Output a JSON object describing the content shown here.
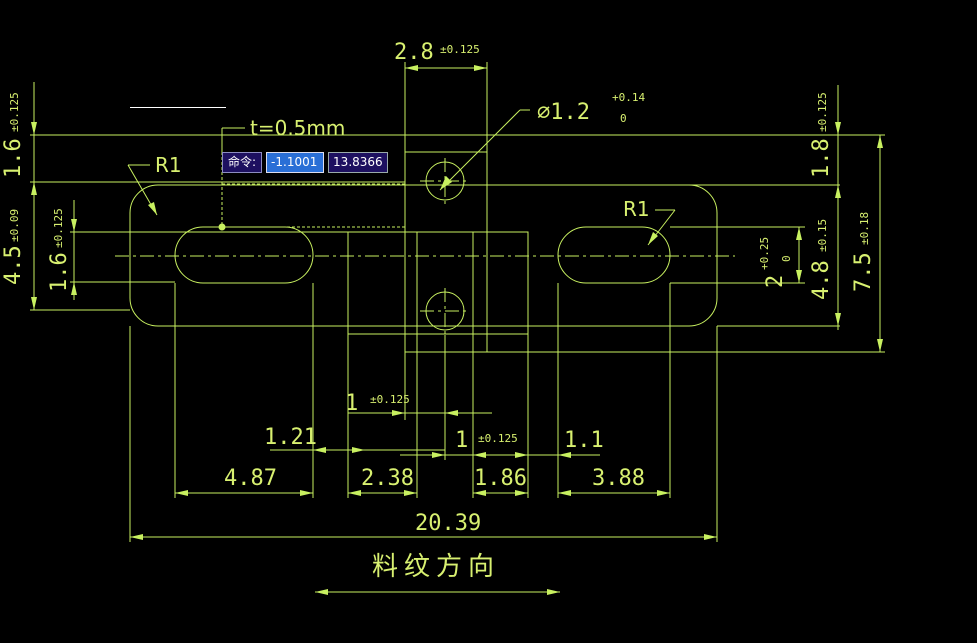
{
  "drawing": {
    "dims": {
      "w28": "2.8",
      "w28_tol": "±0.125",
      "dia": "∅1.2",
      "dia_tol_up": "+0.14",
      "dia_tol_lo": "0",
      "thick": "t=0.5mm",
      "r_left": "R1",
      "r_right": "R1",
      "left_16": "1.6",
      "left_16_tol": "±0.125",
      "left_45": "4.5",
      "left_45_tol": "±0.09",
      "left_16b": "1.6",
      "left_16b_tol": "±0.125",
      "right_18": "1.8",
      "right_18_tol": "±0.125",
      "right_2": "2",
      "right_2_tol_up": "+0.25",
      "right_2_tol_lo": "0",
      "right_48": "4.8",
      "right_48_tol": "±0.15",
      "right_75": "7.5",
      "right_75_tol": "±0.18",
      "b_1": "1",
      "b_1_tol": "±0.125",
      "b_121": "1.21",
      "b_1b": "1",
      "b_1b_tol": "±0.125",
      "b_11": "1.1",
      "b_487": "4.87",
      "b_238": "2.38",
      "b_186": "1.86",
      "b_388": "3.88",
      "overall": "20.39",
      "grain": "料纹方向"
    }
  },
  "command_bar": {
    "label": "命令:",
    "x_value": "-1.1001",
    "y_value": "13.8366"
  },
  "colors": {
    "line": "#c8f060",
    "background": "#000000"
  }
}
